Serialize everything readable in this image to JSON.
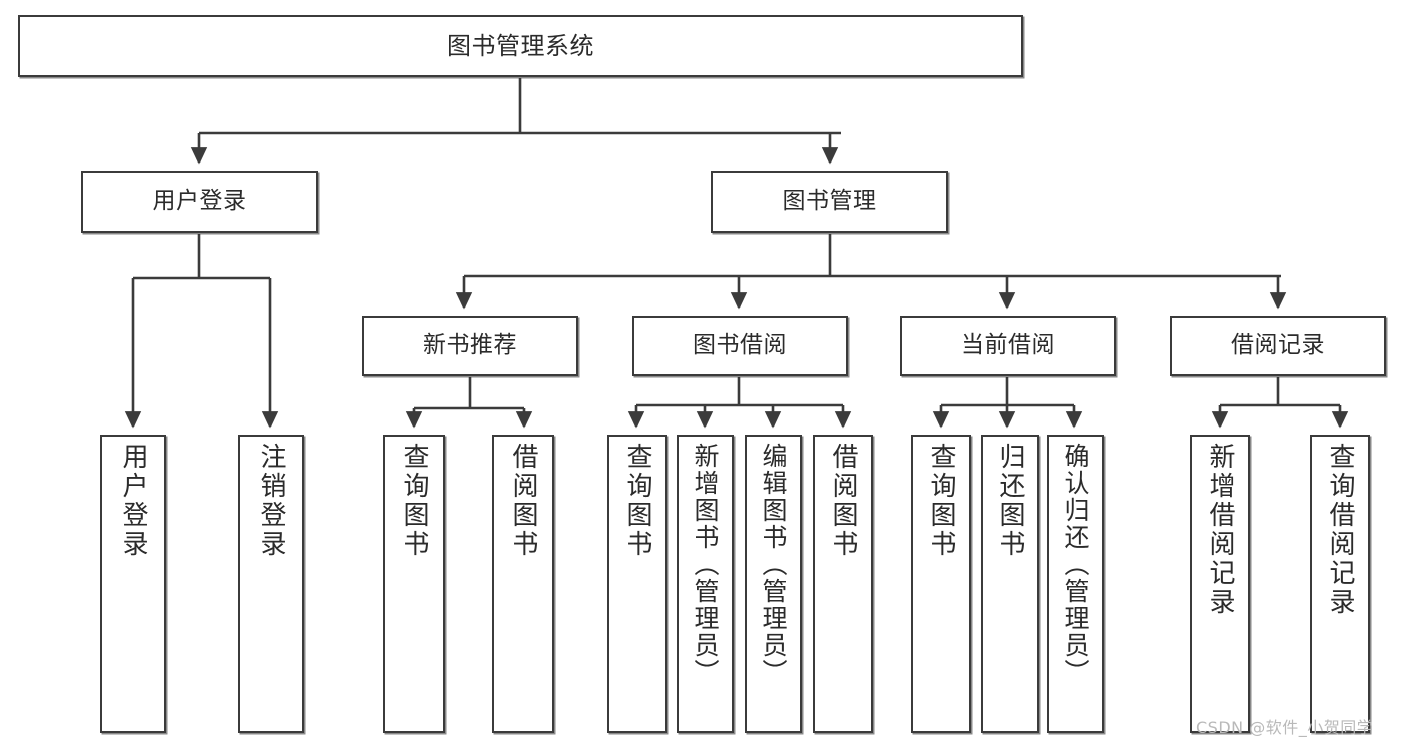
{
  "diagram": {
    "type": "tree",
    "title": "图书管理系统",
    "orientation": "top-down",
    "colors": {
      "background": "#ffffff",
      "node_border": "#3b3b3b",
      "node_fill": "#ffffff",
      "edge": "#3b3b3b",
      "text": "#2b2b2b",
      "watermark": "#b9b9b9"
    },
    "nodes": {
      "root": {
        "label": "图书管理系统"
      },
      "level1": [
        {
          "id": "user-login",
          "label": "用户登录"
        },
        {
          "id": "book-manage",
          "label": "图书管理"
        }
      ],
      "level2": [
        {
          "id": "new-book-recommend",
          "label": "新书推荐"
        },
        {
          "id": "book-borrow",
          "label": "图书借阅"
        },
        {
          "id": "current-borrow",
          "label": "当前借阅"
        },
        {
          "id": "borrow-record",
          "label": "借阅记录"
        }
      ],
      "leaves": {
        "user_login": [
          {
            "id": "leaf-user-login",
            "label": "用户登录"
          },
          {
            "id": "leaf-logout",
            "label": "注销登录"
          }
        ],
        "new_book_recommend": [
          {
            "id": "leaf-query-book-1",
            "label": "查询图书"
          },
          {
            "id": "leaf-borrow-book-1",
            "label": "借阅图书"
          }
        ],
        "book_borrow": [
          {
            "id": "leaf-query-book-2",
            "label": "查询图书"
          },
          {
            "id": "leaf-add-book",
            "label": "新增图书（管理员）"
          },
          {
            "id": "leaf-edit-book",
            "label": "编辑图书（管理员）"
          },
          {
            "id": "leaf-borrow-book-2",
            "label": "借阅图书"
          }
        ],
        "current_borrow": [
          {
            "id": "leaf-query-book-3",
            "label": "查询图书"
          },
          {
            "id": "leaf-return-book",
            "label": "归还图书"
          },
          {
            "id": "leaf-confirm-return",
            "label": "确认归还（管理员）"
          }
        ],
        "borrow_record": [
          {
            "id": "leaf-add-record",
            "label": "新增借阅记录"
          },
          {
            "id": "leaf-query-record",
            "label": "查询借阅记录"
          }
        ]
      }
    },
    "edges": [
      {
        "from": "图书管理系统",
        "to": "用户登录"
      },
      {
        "from": "图书管理系统",
        "to": "图书管理"
      },
      {
        "from": "用户登录",
        "to": "用户登录"
      },
      {
        "from": "用户登录",
        "to": "注销登录"
      },
      {
        "from": "图书管理",
        "to": "新书推荐"
      },
      {
        "from": "图书管理",
        "to": "图书借阅"
      },
      {
        "from": "图书管理",
        "to": "当前借阅"
      },
      {
        "from": "图书管理",
        "to": "借阅记录"
      },
      {
        "from": "新书推荐",
        "to": "查询图书"
      },
      {
        "from": "新书推荐",
        "to": "借阅图书"
      },
      {
        "from": "图书借阅",
        "to": "查询图书"
      },
      {
        "from": "图书借阅",
        "to": "新增图书（管理员）"
      },
      {
        "from": "图书借阅",
        "to": "编辑图书（管理员）"
      },
      {
        "from": "图书借阅",
        "to": "借阅图书"
      },
      {
        "from": "当前借阅",
        "to": "查询图书"
      },
      {
        "from": "当前借阅",
        "to": "归还图书"
      },
      {
        "from": "当前借阅",
        "to": "确认归还（管理员）"
      },
      {
        "from": "借阅记录",
        "to": "新增借阅记录"
      },
      {
        "from": "借阅记录",
        "to": "查询借阅记录"
      }
    ]
  },
  "watermark": {
    "text": "CSDN @软件_小贺同学"
  }
}
